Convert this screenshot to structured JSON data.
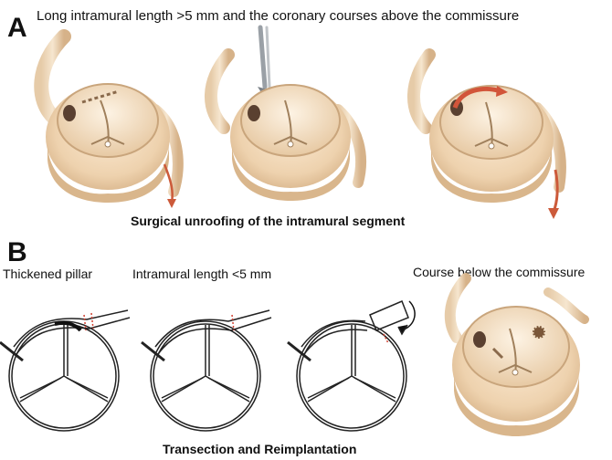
{
  "panel_a": {
    "letter": "A",
    "heading": "Long intramural length >5 mm and the coronary courses above the commissure",
    "caption": "Surgical unroofing of the intramural segment"
  },
  "panel_b": {
    "letter": "B",
    "labels": {
      "thickened_pillar": "Thickened pillar",
      "intramural_length": "Intramural length <5 mm",
      "course_below": "Course below the commissure"
    },
    "caption": "Transection and Reimplantation"
  }
}
